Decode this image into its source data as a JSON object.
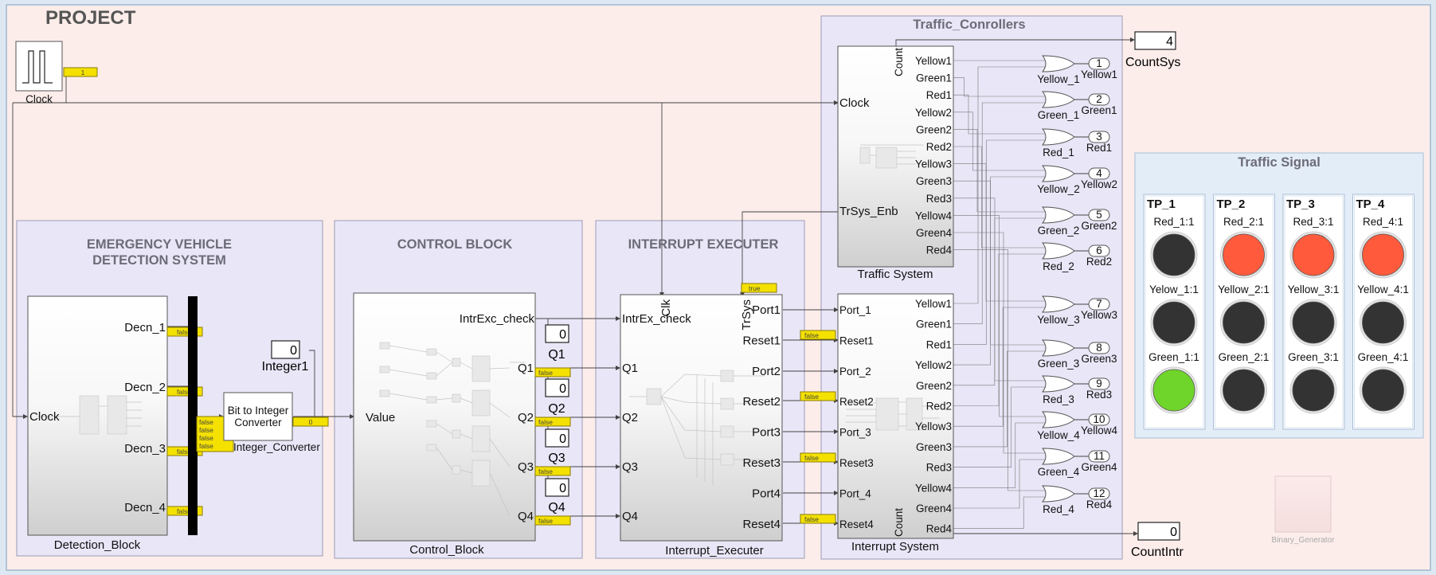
{
  "model": {
    "title": "PROJECT",
    "clock": {
      "label": "Clock",
      "tag": "1"
    },
    "emergency": {
      "title_line1": "EMERGENCY VEHICLE",
      "title_line2": "DETECTION SYSTEM",
      "block_name": "Detection_Block",
      "in_port": "Clock",
      "out_ports": [
        "Decn_1",
        "Decn_2",
        "Decn_3",
        "Decn_4"
      ],
      "out_tags": [
        "false",
        "false",
        "false",
        "false"
      ],
      "mux_tags": [
        "false",
        "false",
        "false",
        "false"
      ],
      "integer_display": "0",
      "integer_label": "Integer1",
      "converter_line1": "Bit to Integer",
      "converter_line2": "Converter",
      "converter_name": "Integer_Converter",
      "converter_tag": "0"
    },
    "control": {
      "title": "CONTROL BLOCK",
      "block_name": "Control_Block",
      "in_port": "Value",
      "check_port": "IntrExc_check",
      "out_ports": [
        "Q1",
        "Q2",
        "Q3",
        "Q4"
      ],
      "out_tags": [
        "false",
        "false",
        "false",
        "false"
      ],
      "q_displays": [
        "0",
        "0",
        "0",
        "0"
      ],
      "q_labels": [
        "Q1",
        "Q2",
        "Q3",
        "Q4"
      ]
    },
    "interrupt": {
      "title": "INTERRUPT EXECUTER",
      "block_name": "Interrupt_Executer",
      "top_ports": [
        "Clk",
        "TrSys"
      ],
      "check_port": "IntrEx_check",
      "in_ports": [
        "Q1",
        "Q2",
        "Q3",
        "Q4"
      ],
      "out_ports": [
        "Port1",
        "Reset1",
        "Port2",
        "Reset2",
        "Port3",
        "Reset3",
        "Port4",
        "Reset4"
      ],
      "reset_tags": [
        "false",
        "false",
        "false",
        "false"
      ],
      "trsys_tag": "true"
    },
    "controllers": {
      "title": "Traffic_Conrollers",
      "traffic_system": {
        "name": "Traffic System",
        "in_ports": [
          "Clock",
          "TrSys_Enb"
        ],
        "count_port": "Count",
        "out_ports": [
          "Yellow1",
          "Green1",
          "Red1",
          "Yellow2",
          "Green2",
          "Red2",
          "Yellow3",
          "Green3",
          "Red3",
          "Yellow4",
          "Green4",
          "Red4"
        ]
      },
      "interrupt_system": {
        "name": "Interrupt System",
        "in_ports": [
          "Port_1",
          "Reset1",
          "Port_2",
          "Reset2",
          "Port_3",
          "Reset3",
          "Port_4",
          "Reset4"
        ],
        "count_port": "Count",
        "out_ports": [
          "Yellow1",
          "Green1",
          "Red1",
          "Yellow2",
          "Green2",
          "Red2",
          "Yellow3",
          "Green3",
          "Red3",
          "Yellow4",
          "Green4",
          "Red4"
        ]
      },
      "gates": [
        "Yellow_1",
        "Green_1",
        "Red_1",
        "Yellow_2",
        "Green_2",
        "Red_2",
        "Yellow_3",
        "Green_3",
        "Red_3",
        "Yellow_4",
        "Green_4",
        "Red_4"
      ],
      "outports": [
        {
          "num": "1",
          "name": "Yellow1"
        },
        {
          "num": "2",
          "name": "Green1"
        },
        {
          "num": "3",
          "name": "Red1"
        },
        {
          "num": "4",
          "name": "Yellow2"
        },
        {
          "num": "5",
          "name": "Green2"
        },
        {
          "num": "6",
          "name": "Red2"
        },
        {
          "num": "7",
          "name": "Yellow3"
        },
        {
          "num": "8",
          "name": "Green3"
        },
        {
          "num": "9",
          "name": "Red3"
        },
        {
          "num": "10",
          "name": "Yellow4"
        },
        {
          "num": "11",
          "name": "Green4"
        },
        {
          "num": "12",
          "name": "Red4"
        }
      ]
    },
    "count_sys": {
      "value": "4",
      "label": "CountSys"
    },
    "count_intr": {
      "value": "0",
      "label": "CountIntr"
    },
    "signal_panel": {
      "title": "Traffic Signal",
      "poles": [
        {
          "name": "TP_1",
          "lamps": [
            {
              "label": "Red_1:1",
              "color": "#333333"
            },
            {
              "label": "Yelow_1:1",
              "color": "#333333"
            },
            {
              "label": "Green_1:1",
              "color": "#6fd52a"
            }
          ]
        },
        {
          "name": "TP_2",
          "lamps": [
            {
              "label": "Red_2:1",
              "color": "#ff5a3c"
            },
            {
              "label": "Yellow_2:1",
              "color": "#333333"
            },
            {
              "label": "Green_2:1",
              "color": "#333333"
            }
          ]
        },
        {
          "name": "TP_3",
          "lamps": [
            {
              "label": "Red_3:1",
              "color": "#ff5a3c"
            },
            {
              "label": "Yellow_3:1",
              "color": "#333333"
            },
            {
              "label": "Green_3:1",
              "color": "#333333"
            }
          ]
        },
        {
          "name": "TP_4",
          "lamps": [
            {
              "label": "Red_4:1",
              "color": "#ff5a3c"
            },
            {
              "label": "Yellow_4:1",
              "color": "#333333"
            },
            {
              "label": "Green_4:1",
              "color": "#333333"
            }
          ]
        }
      ]
    },
    "binary_generator": "Binary_Generator"
  }
}
